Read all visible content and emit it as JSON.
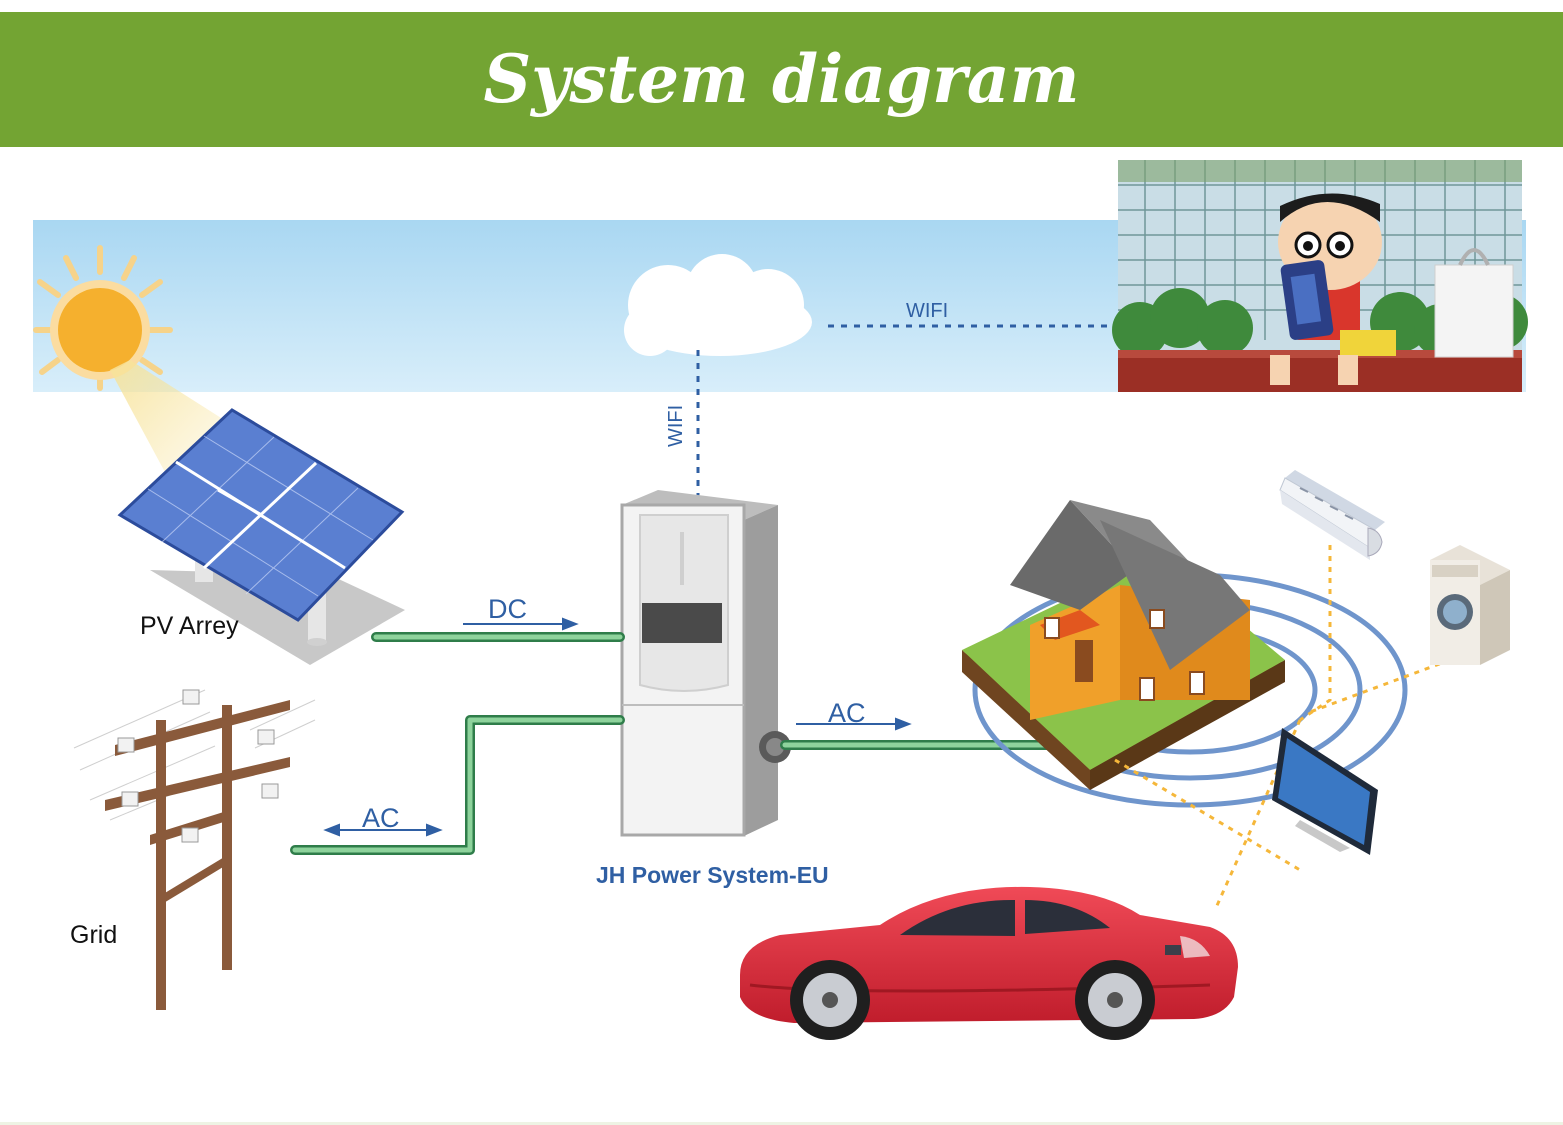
{
  "header": {
    "title": "System diagram"
  },
  "diagram": {
    "pv_label": "PV Arrey",
    "grid_label": "Grid",
    "system_label": "JH Power System-EU",
    "dc_label": "DC",
    "ac_house_label": "AC",
    "ac_grid_label": "AC",
    "wifi_horizontal_label": "WIFI",
    "wifi_vertical_label": "WIFI"
  },
  "colors": {
    "banner": "#73a433",
    "label_blue": "#2f5fa3",
    "cable_green": "#5fb06e",
    "sky": "#bfe2f5",
    "sun": "#f5b02e",
    "car_red": "#e02b3a"
  },
  "icons": [
    "sun-icon",
    "cloud-icon",
    "solar-panel-icon",
    "utility-pole-icon",
    "inverter-icon",
    "house-icon",
    "air-conditioner-icon",
    "washing-machine-icon",
    "tv-icon",
    "car-icon",
    "cartoon-phone-illustration"
  ]
}
